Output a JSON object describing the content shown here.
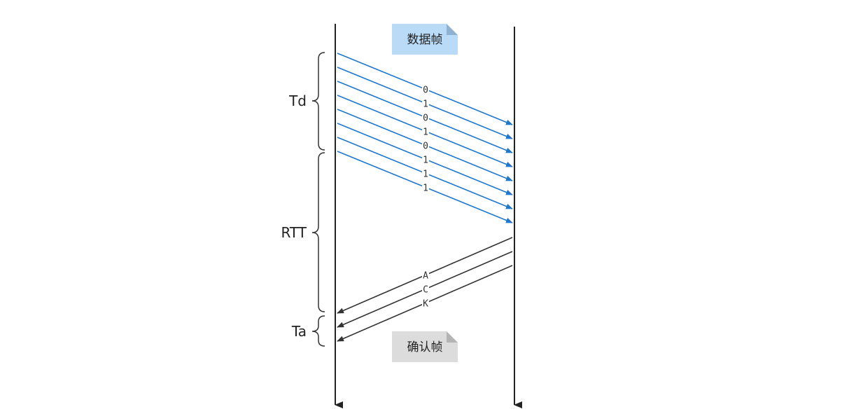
{
  "notes": {
    "data_frame": "数据帧",
    "ack_frame": "确认帧"
  },
  "braces": {
    "td": "Td",
    "rtt": "RTT",
    "ta": "Ta"
  },
  "data_bits": [
    "0",
    "1",
    "0",
    "1",
    "0",
    "1",
    "1",
    "1"
  ],
  "ack_letters": [
    "A",
    "C",
    "K"
  ],
  "colors": {
    "data_arrow": "#1f77d0",
    "ack_arrow": "#333333",
    "timeline": "#222222",
    "data_note_bg": "#b9dbf7",
    "data_note_fold": "#8fb2d2",
    "ack_note_bg": "#dcdcdc",
    "ack_note_fold": "#b4b4b4"
  }
}
